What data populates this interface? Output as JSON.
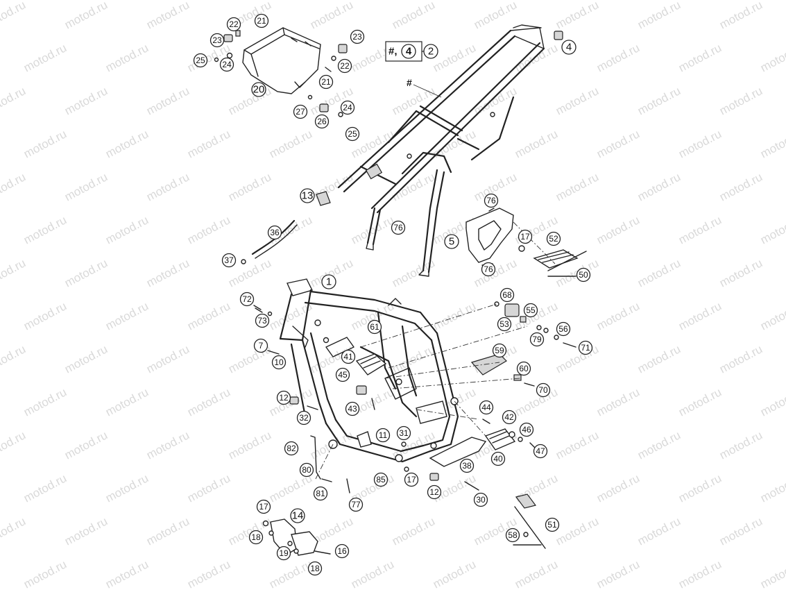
{
  "watermark": "motod.ru",
  "reference_box": {
    "hash": "#,",
    "part": "4",
    "ref": "2"
  },
  "hash_label": "#",
  "callouts": [
    {
      "id": "21a",
      "label": "21"
    },
    {
      "id": "22a",
      "label": "22"
    },
    {
      "id": "23a",
      "label": "23"
    },
    {
      "id": "25a",
      "label": "25"
    },
    {
      "id": "24a",
      "label": "24"
    },
    {
      "id": "20",
      "label": "20"
    },
    {
      "id": "23b",
      "label": "23"
    },
    {
      "id": "22b",
      "label": "22"
    },
    {
      "id": "21b",
      "label": "21"
    },
    {
      "id": "27",
      "label": "27"
    },
    {
      "id": "26",
      "label": "26"
    },
    {
      "id": "24b",
      "label": "24"
    },
    {
      "id": "25b",
      "label": "25"
    },
    {
      "id": "2",
      "label": "2"
    },
    {
      "id": "4",
      "label": "4"
    },
    {
      "id": "13",
      "label": "13"
    },
    {
      "id": "36",
      "label": "36"
    },
    {
      "id": "37",
      "label": "37"
    },
    {
      "id": "76a",
      "label": "76"
    },
    {
      "id": "76b",
      "label": "76"
    },
    {
      "id": "5",
      "label": "5"
    },
    {
      "id": "76c",
      "label": "76"
    },
    {
      "id": "17a",
      "label": "17"
    },
    {
      "id": "52",
      "label": "52"
    },
    {
      "id": "50",
      "label": "50"
    },
    {
      "id": "1",
      "label": "1"
    },
    {
      "id": "72",
      "label": "72"
    },
    {
      "id": "73",
      "label": "73"
    },
    {
      "id": "7",
      "label": "7"
    },
    {
      "id": "10",
      "label": "10"
    },
    {
      "id": "68",
      "label": "68"
    },
    {
      "id": "53",
      "label": "53"
    },
    {
      "id": "55",
      "label": "55"
    },
    {
      "id": "56",
      "label": "56"
    },
    {
      "id": "79",
      "label": "79"
    },
    {
      "id": "71",
      "label": "71"
    },
    {
      "id": "61",
      "label": "61"
    },
    {
      "id": "41",
      "label": "41"
    },
    {
      "id": "59",
      "label": "59"
    },
    {
      "id": "45",
      "label": "45"
    },
    {
      "id": "60",
      "label": "60"
    },
    {
      "id": "70",
      "label": "70"
    },
    {
      "id": "43",
      "label": "43"
    },
    {
      "id": "12a",
      "label": "12"
    },
    {
      "id": "32",
      "label": "32"
    },
    {
      "id": "44",
      "label": "44"
    },
    {
      "id": "42",
      "label": "42"
    },
    {
      "id": "46",
      "label": "46"
    },
    {
      "id": "47",
      "label": "47"
    },
    {
      "id": "11",
      "label": "11"
    },
    {
      "id": "31",
      "label": "31"
    },
    {
      "id": "82",
      "label": "82"
    },
    {
      "id": "40",
      "label": "40"
    },
    {
      "id": "80",
      "label": "80"
    },
    {
      "id": "38",
      "label": "38"
    },
    {
      "id": "85",
      "label": "85"
    },
    {
      "id": "17b",
      "label": "17"
    },
    {
      "id": "12b",
      "label": "12"
    },
    {
      "id": "81",
      "label": "81"
    },
    {
      "id": "77",
      "label": "77"
    },
    {
      "id": "30",
      "label": "30"
    },
    {
      "id": "17c",
      "label": "17"
    },
    {
      "id": "14",
      "label": "14"
    },
    {
      "id": "51",
      "label": "51"
    },
    {
      "id": "18a",
      "label": "18"
    },
    {
      "id": "58",
      "label": "58"
    },
    {
      "id": "19",
      "label": "19"
    },
    {
      "id": "16",
      "label": "16"
    },
    {
      "id": "18b",
      "label": "18"
    }
  ]
}
